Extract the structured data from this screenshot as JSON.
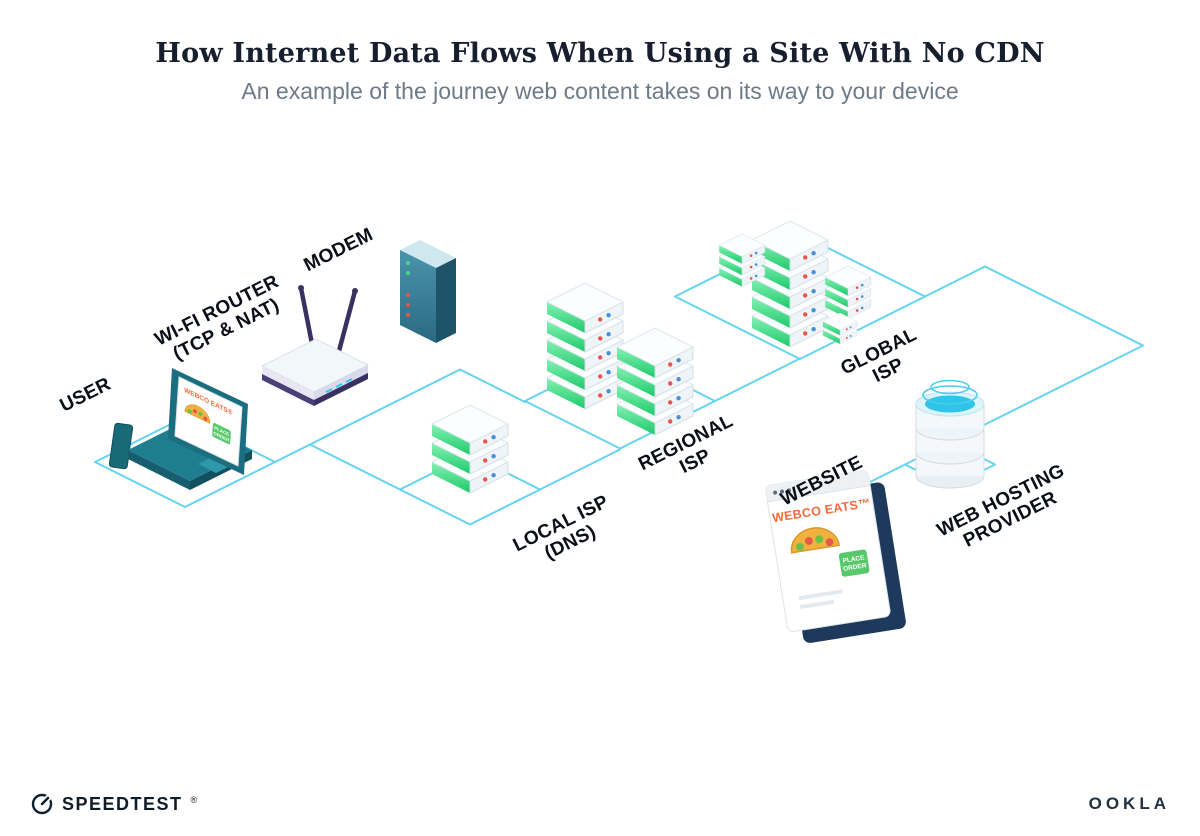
{
  "header": {
    "title": "How Internet Data Flows When Using a Site With No CDN",
    "subtitle": "An example of the journey web content takes on its way to your device"
  },
  "diagram": {
    "nodes": {
      "user": {
        "label": "USER"
      },
      "wifi_router": {
        "label": "WI-FI ROUTER\n(TCP & NAT)"
      },
      "modem": {
        "label": "MODEM"
      },
      "local_isp": {
        "label": "LOCAL ISP\n(DNS)"
      },
      "regional_isp": {
        "label": "REGIONAL\nISP"
      },
      "global_isp": {
        "label": "GLOBAL\nISP"
      },
      "website": {
        "label": "WEBSITE"
      },
      "web_hosting": {
        "label": "WEB HOSTING\nPROVIDER"
      }
    },
    "laptop_screen": {
      "brand": "WEBCO EATS®",
      "order_line1": "PLACE",
      "order_line2": "ORDER"
    },
    "website_window": {
      "brand": "WEBCO EATS™",
      "order_line1": "PLACE",
      "order_line2": "ORDER"
    },
    "colors": {
      "connector_cyan": "#66d4ef",
      "server_green": "#2bd073",
      "brand_orange": "#f26a3d",
      "button_green": "#58c96b",
      "device_teal": "#1f7d90",
      "window_navy": "#1d3a5c"
    }
  },
  "footer": {
    "speedtest_label": "SPEEDTEST",
    "speedtest_mark": "®",
    "ookla_label": "OOKLA"
  }
}
